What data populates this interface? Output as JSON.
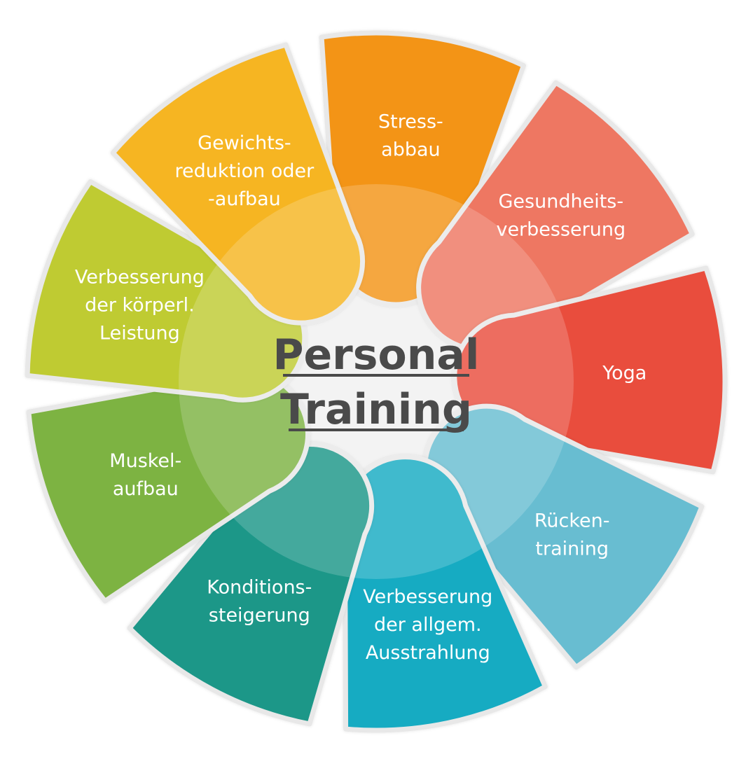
{
  "title": {
    "line1": "Personal",
    "line2": "Training"
  },
  "segments": [
    {
      "id": "stressabbau",
      "lines": [
        "Stress-",
        "abbau"
      ],
      "color": "#F39419"
    },
    {
      "id": "gesundheit",
      "lines": [
        "Gesundheits-",
        "verbesserung"
      ],
      "color": "#EE7762"
    },
    {
      "id": "yoga",
      "lines": [
        "Yoga"
      ],
      "color": "#E94E3D"
    },
    {
      "id": "ruecken",
      "lines": [
        "Rücken-",
        "training"
      ],
      "color": "#67BDD1"
    },
    {
      "id": "ausstrahlung",
      "lines": [
        "Verbesserung",
        "der allgem.",
        "Ausstrahlung"
      ],
      "color": "#14ABC2"
    },
    {
      "id": "kondition",
      "lines": [
        "Konditions-",
        "steigerung"
      ],
      "color": "#1C9788"
    },
    {
      "id": "muskel",
      "lines": [
        "Muskel-",
        "aufbau"
      ],
      "color": "#7DB342"
    },
    {
      "id": "leistung",
      "lines": [
        "Verbesserung",
        "der körperl.",
        "Leistung"
      ],
      "color": "#BFCB31"
    },
    {
      "id": "gewicht",
      "lines": [
        "Gewichts-",
        "reduktion oder",
        "-aufbau"
      ],
      "color": "#F6B524"
    }
  ],
  "colors": {
    "background": "#ffffff",
    "center": "#f1f1f1",
    "title": "#4a4a4a",
    "border": "#e8e8e8"
  }
}
